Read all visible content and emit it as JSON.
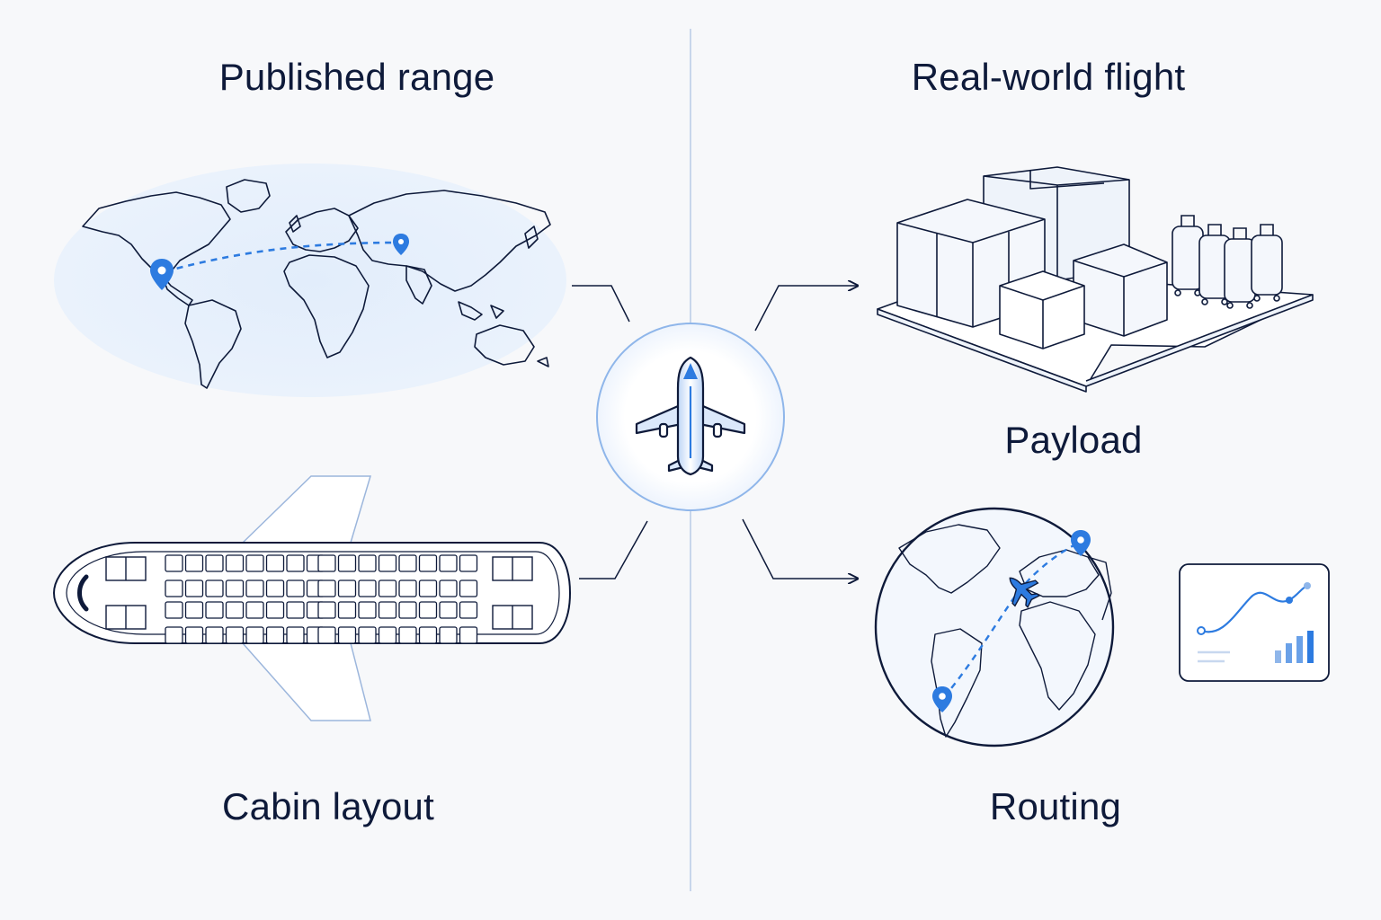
{
  "labels": {
    "published_range": "Published range",
    "real_world_flight": "Real-world flight",
    "payload": "Payload",
    "cabin_layout": "Cabin layout",
    "routing": "Routing"
  },
  "colors": {
    "ink": "#0e1a3a",
    "accent": "#2d7be0",
    "accent_light": "#e4eefb",
    "background": "#f7f8fa",
    "divider": "#b9cbe6"
  },
  "icons": [
    "world-map-icon",
    "airplane-icon",
    "cargo-pallet-icon",
    "luggage-icon",
    "cabin-seat-map-icon",
    "globe-icon",
    "location-pin-icon",
    "chart-card-icon"
  ]
}
